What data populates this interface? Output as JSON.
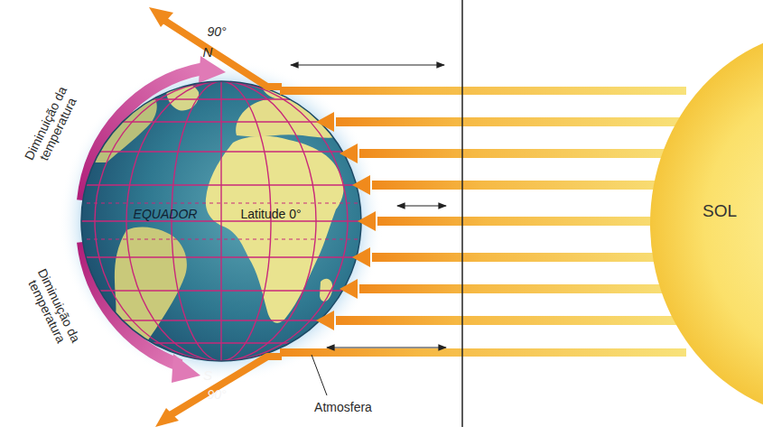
{
  "diagram": {
    "nodes": [
      {
        "text": [
          "SOL"
        ]
      }
    ],
    "labels": [
      "90°",
      "N",
      "Diminuição da temperatura",
      "Diminuição da temperatura",
      "EQUADOR",
      "Latitude 0°",
      "S",
      "90°",
      "Atmosfera"
    ]
  }
}
